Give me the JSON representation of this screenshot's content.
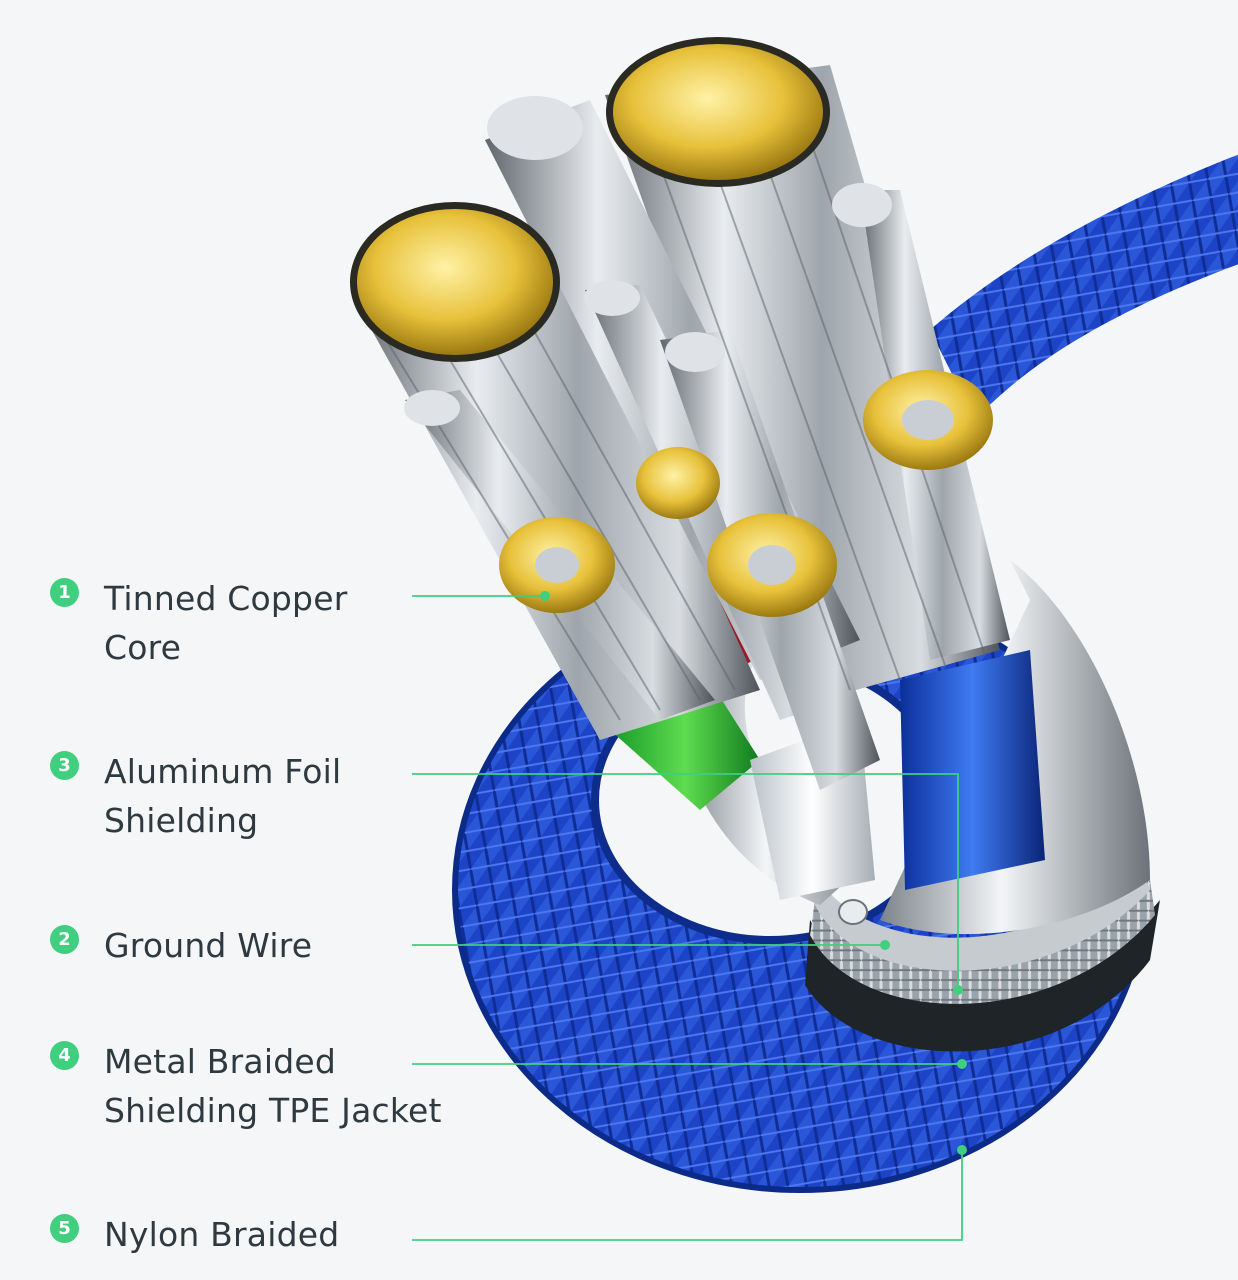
{
  "colors": {
    "background": "#f4f6f8",
    "accent_green": "#3fcf7e",
    "text": "#2f3a40",
    "nylon_blue": "#1d44c6",
    "copper_core": "#e7c13a",
    "tin_wire": "#c9ced4"
  },
  "labels": [
    {
      "number": "1",
      "lines": [
        "Tinned Copper",
        "Core"
      ]
    },
    {
      "number": "3",
      "lines": [
        "Aluminum Foil",
        "Shielding"
      ]
    },
    {
      "number": "2",
      "lines": [
        "Ground Wire"
      ]
    },
    {
      "number": "4",
      "lines": [
        "Metal Braided",
        "Shielding TPE Jacket"
      ]
    },
    {
      "number": "5",
      "lines": [
        "Nylon Braided"
      ]
    }
  ]
}
